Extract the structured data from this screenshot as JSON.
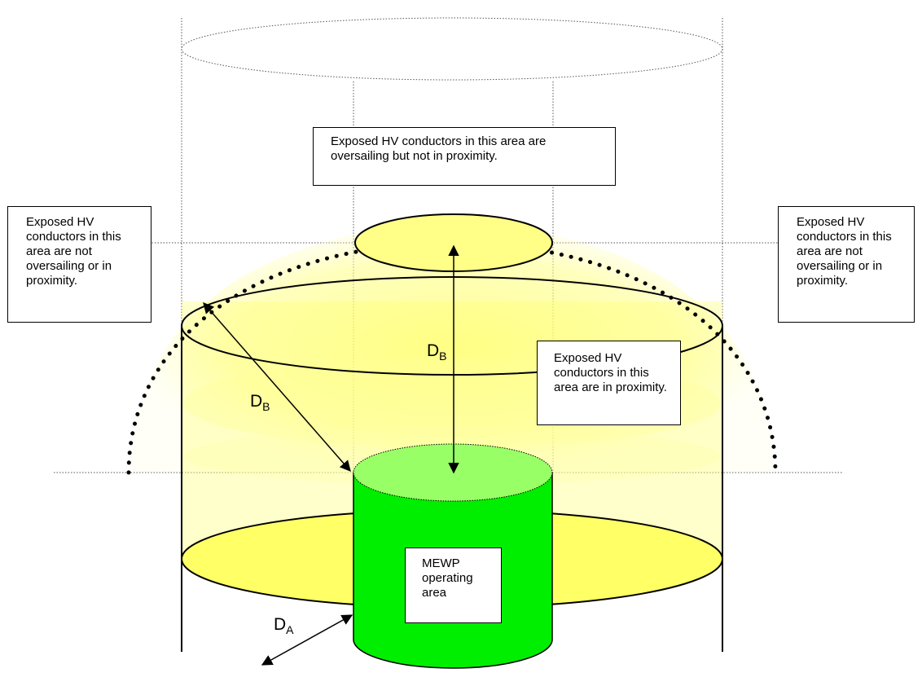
{
  "labels": {
    "oversailing_not_proximity": "Exposed HV conductors in this area are oversailing but not in proximity.",
    "left_not_oversailing": "Exposed HV conductors in this area are not oversailing or in proximity.",
    "right_not_oversailing": "Exposed HV conductors in this area are not oversailing or in proximity.",
    "in_proximity": "Exposed HV conductors in this area are in proximity.",
    "mewp_operating_area": "MEWP operating area"
  },
  "distances": {
    "db_vertical": {
      "main": "D",
      "sub": "B"
    },
    "db_diagonal": {
      "main": "D",
      "sub": "B"
    },
    "da": {
      "main": "D",
      "sub": "A"
    }
  },
  "colors": {
    "mewp_fill": "#00ee00",
    "mewp_top": "#99ff66",
    "zone_fill": "#ffff66",
    "base_ellipse": "#ffff66",
    "line": "#000000"
  }
}
